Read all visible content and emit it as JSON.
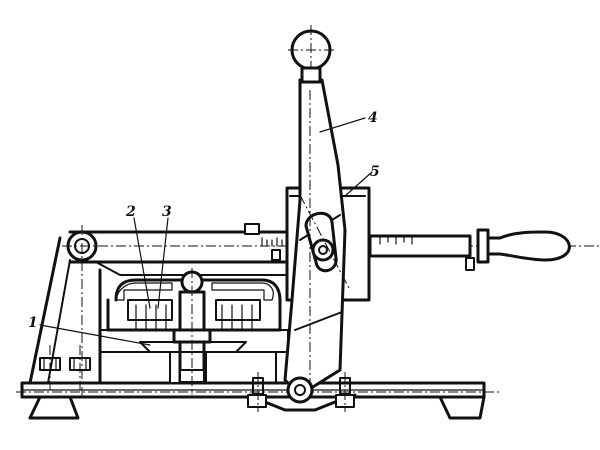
{
  "diagram": {
    "callouts": [
      {
        "id": "part-1",
        "text": "1"
      },
      {
        "id": "part-2",
        "text": "2"
      },
      {
        "id": "part-3",
        "text": "3"
      },
      {
        "id": "part-4",
        "text": "4"
      },
      {
        "id": "part-5",
        "text": "5"
      }
    ],
    "colors": {
      "ink": "#111111",
      "background": "#ffffff"
    }
  }
}
